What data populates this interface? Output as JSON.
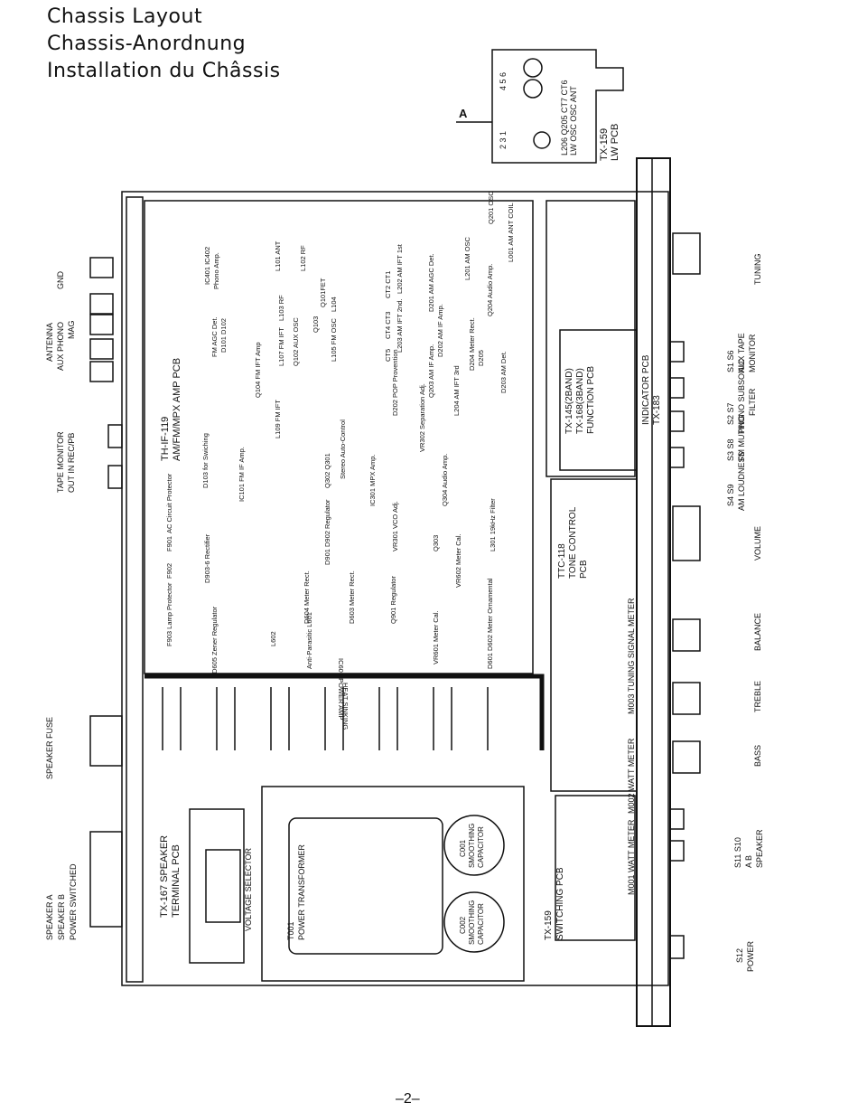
{
  "titles": [
    "Chassis Layout",
    "Chassis-Anordnung",
    "Installation du Châssis"
  ],
  "page_number": "–2–",
  "rear_labels": {
    "gnd": "GND",
    "antenna_group": [
      "ANTENNA",
      "AUX  PHONO",
      "MAG"
    ],
    "tape_monitor": [
      "TAPE MONITOR",
      "OUT    IN    REC/PB"
    ],
    "speaker_fuse": "SPEAKER FUSE",
    "speaker_ab": [
      "SPEAKER A",
      "SPEAKER B",
      "POWER   SWITCHED"
    ]
  },
  "front_labels": {
    "tuning": "TUNING",
    "s1_s6": [
      "S1       S6",
      "AUX    TAPE",
      "MONITOR"
    ],
    "s2_s7": [
      "S2      S7",
      "PHONO  SUBSONIC",
      "FILTER"
    ],
    "s3_s8": [
      "S3      S8",
      "FM    MUTING"
    ],
    "s4_s9": [
      "S4      S9",
      "AM  LOUDNESS"
    ],
    "volume": "VOLUME",
    "balance": "BALANCE",
    "treble": "TREBLE",
    "bass": "BASS",
    "s10_s11": [
      "S11   S10",
      "A     B",
      "SPEAKER"
    ],
    "s12": [
      "S12",
      "POWER"
    ]
  },
  "lw_pcb": {
    "labels": [
      "TX-159",
      "LW PCB"
    ],
    "parts": [
      "L206  Q205  CT7  CT6",
      "LW    OSC   OSC  ANT"
    ],
    "pins": [
      "2  3  1",
      "4  5  6"
    ],
    "arrow": "A"
  },
  "main_pcb": {
    "title": [
      "TH-IF-119",
      "AM/FM/MPX AMP PCB"
    ],
    "components": [
      "L101 ANT",
      "IC401 IC402",
      "Phono Amp.",
      "L102 RF",
      "Q101FET",
      "L103 RF",
      "L104",
      "CT2 CT1",
      "L202 AM IFT 1st",
      "L107 FM IFT",
      "Q102 AUX OSC",
      "Q103",
      "L105 FM OSC",
      "CT4 CT3",
      "L203 AM IFT 2nd.",
      "CT5",
      "D202 AM IF Amp.",
      "Q201 OSC",
      "D201 AM AGC Det.",
      "L201 AM OSC",
      "Q204 Audio Amp.",
      "L001 AM ANT COIL",
      "FM AGC Det.",
      "D101 D102",
      "Q104 FM IFT Amp",
      "D202 POP Provention",
      "Q203 AM IF Amp.",
      "D204 Meter Rect.",
      "D205",
      "L204 AM IFT 3rd",
      "D203 AM Det.",
      "L109 FM IFT",
      "D103 for Swiching",
      "IC101 FM IF Amp.",
      "Q302 Q301",
      "Stereo Auto-Control",
      "VR302 Separation Adj.",
      "IC301 MPX Amp.",
      "Q304 Audio Amp.",
      "AC Circuit Protector",
      "F901",
      "F902",
      "D903-6 Rectifier",
      "VR301 VCO Adj.",
      "Q303",
      "L301 19kHz Filter",
      "D901 D902 Regulator",
      "D604 Meter Rect.",
      "D603 Meter Rect.",
      "Q901 Regulator",
      "VR602 Meter Cal.",
      "F903 Lamp Protector",
      "L602",
      "Anti-Parasitic L601",
      "VR601 Meter Cal.",
      "D601 D602 Meter Ornamental",
      "D605 Zener Regulator",
      "IC601 POWER AMP",
      "HEAT SINKING"
    ]
  },
  "function_pcb": [
    "TX-145(2BAND)",
    "TX-168(3BAND)",
    "FUNCTION PCB"
  ],
  "indicator_pcb": [
    "INDICATOR PCB",
    "TX-183"
  ],
  "tone_pcb": [
    "TTC-118",
    "TONE CONTROL",
    "PCB"
  ],
  "meters": [
    "M003 TUNING SIGNAL METER",
    "M002 WATT METER",
    "M001 WATT METER"
  ],
  "switching_pcb": [
    "TX-159",
    "SWITCHING PCB"
  ],
  "speaker_pcb": [
    "TX-167 SPEAKER",
    "TERMINAL PCB"
  ],
  "power_section": {
    "voltage_selector": "VOLTAGE SELECTOR",
    "transformer": [
      "T001",
      "POWER TRANSFORMER"
    ],
    "c001": [
      "C001",
      "SMOOTHING",
      "CAPACITOR"
    ],
    "c002": [
      "C002",
      "SMOOTHING",
      "CAPACITOR"
    ]
  }
}
